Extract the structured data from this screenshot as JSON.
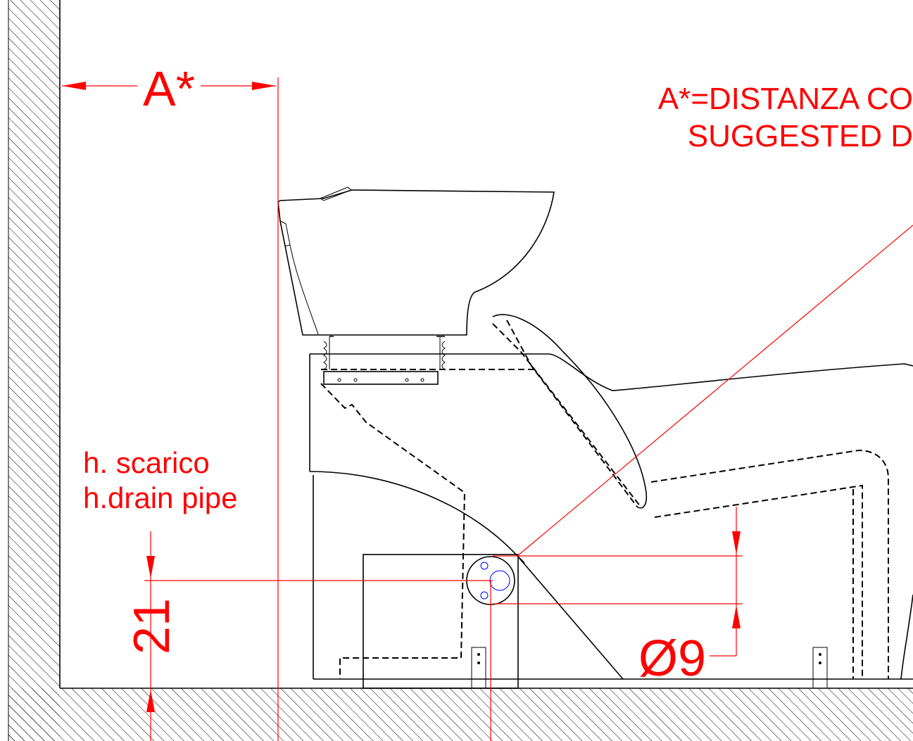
{
  "labels": {
    "dim_a": "A*",
    "note_line1": "A*=DISTANZA CO",
    "note_line2": "SUGGESTED D",
    "drain_it": "h. scarico",
    "drain_en": "h.drain pipe",
    "height_value": "21",
    "diameter_value": "Ø9"
  },
  "colors": {
    "annotation": "#ff0000",
    "drawing": "#000000",
    "detail": "#0000ff"
  }
}
